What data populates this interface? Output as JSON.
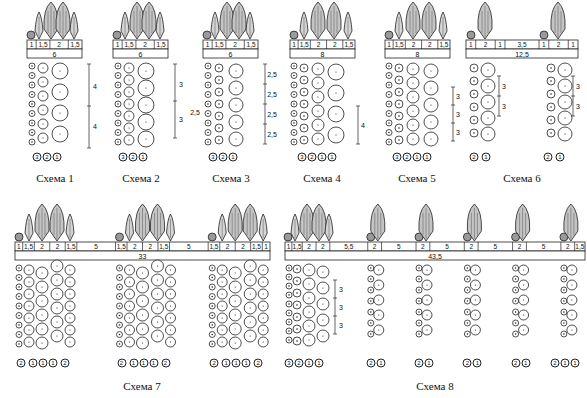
{
  "diagram": {
    "labels": [
      "1",
      "1,5",
      "2",
      "1,5",
      "6",
      "4",
      "4",
      "3",
      "2",
      "1",
      "Схема 1",
      "1",
      "1,5",
      "2",
      "1,5",
      "6",
      "3",
      "3",
      "3",
      "2",
      "1",
      "Схема 2",
      "1",
      "1,5",
      "2",
      "1,5",
      "6",
      "2,5",
      "2,5",
      "2,5",
      "2,5",
      "2,5",
      "3",
      "2",
      "1",
      "Схема 3",
      "1",
      "1,5",
      "2",
      "2",
      "1,5",
      "8",
      "4",
      "3",
      "2",
      "1",
      "1",
      "Схема 4",
      "1",
      "1,5",
      "2",
      "2",
      "1,5",
      "8",
      "3",
      "3",
      "3",
      "3",
      "2",
      "1",
      "1",
      "Схема 5",
      "1",
      "2",
      "1",
      "3,5",
      "1",
      "2",
      "1",
      "12,5",
      "3",
      "3",
      "3",
      "3",
      "2",
      "1",
      "2",
      "1",
      "Схема 6",
      "1",
      "1,5",
      "2",
      "2",
      "1,5",
      "5",
      "1,5",
      "2",
      "2",
      "1,5",
      "5",
      "1,5",
      "2",
      "2",
      "1,5",
      "1",
      "33",
      "2",
      "1",
      "1",
      "1",
      "2",
      "2",
      "1",
      "1",
      "1",
      "2",
      "2",
      "1",
      "1",
      "1",
      "2",
      "Схема 7",
      "1",
      "1,5",
      "2",
      "2",
      "5,5",
      "2",
      "5",
      "2",
      "5",
      "2",
      "5",
      "2",
      "5",
      "2",
      "1,5",
      "43,5",
      "3",
      "3",
      "3",
      "3",
      "2",
      "1",
      "1",
      "2",
      "1",
      "2",
      "1",
      "2",
      "1",
      "2",
      "1",
      "2",
      "1",
      "1",
      "Схема 8"
    ]
  }
}
